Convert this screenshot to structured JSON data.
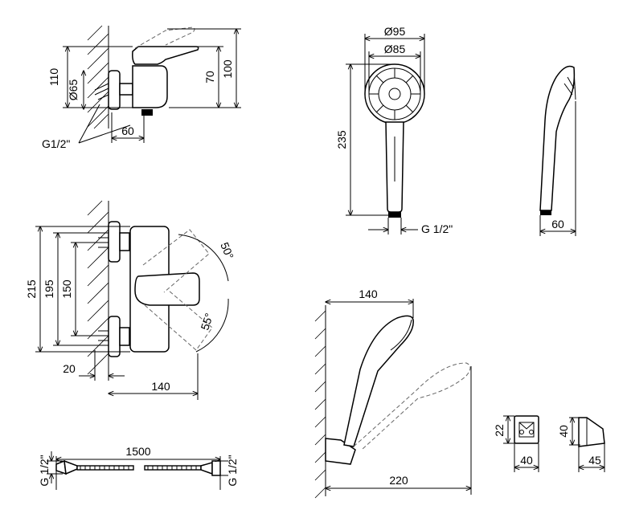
{
  "side_view": {
    "dim_height_total": "100",
    "dim_height_spout": "70",
    "dim_height_outer": "110",
    "dim_flange": "Ø65",
    "dim_depth": "60",
    "thread": "G1/2\""
  },
  "front_view": {
    "dim_total": "215",
    "dim_centers": "195",
    "dim_body": "150",
    "dim_offset": "20",
    "dim_width": "140",
    "angle_up": "50°",
    "angle_down": "55°"
  },
  "hose": {
    "length": "1500",
    "thread_left": "G 1/2\"",
    "thread_right": "G 1/2\""
  },
  "hand_shower_front": {
    "dim_outer_dia": "Ø95",
    "dim_inner_dia": "Ø85",
    "dim_length": "235",
    "thread": "G 1/2\""
  },
  "hand_shower_side": {
    "dim_depth": "60"
  },
  "wall_holder_view": {
    "dim_reach": "140",
    "dim_total": "220"
  },
  "bracket": {
    "front_height": "22",
    "front_width": "40",
    "side_height": "40",
    "side_width": "45"
  }
}
